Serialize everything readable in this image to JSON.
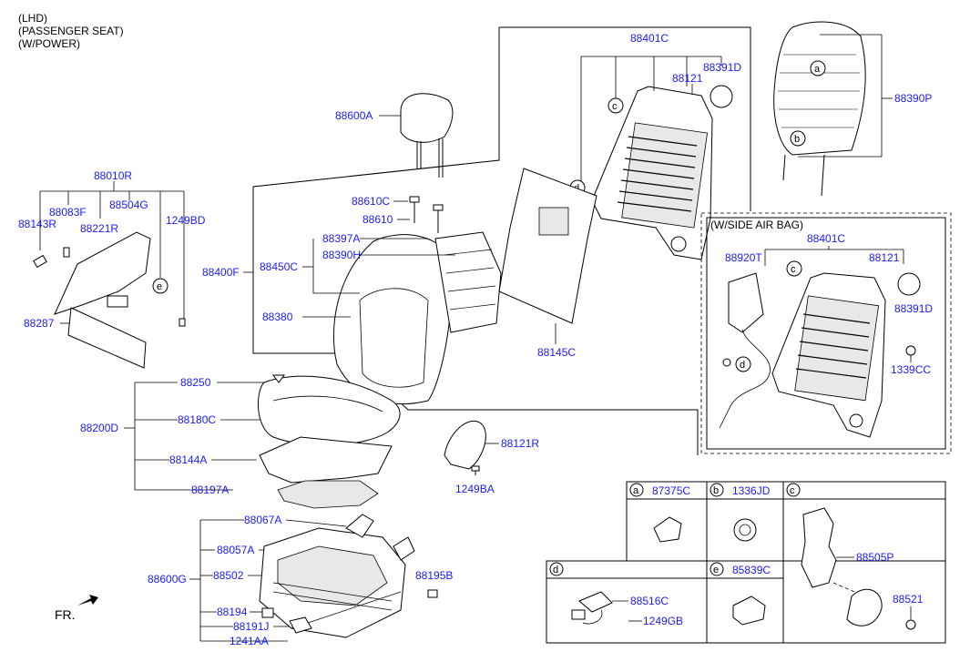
{
  "notes": [
    "(LHD)",
    "(PASSENGER SEAT)",
    "(W/POWER)"
  ],
  "fr_label": "FR.",
  "sub_view_title": "(W/SIDE AIR BAG)",
  "labels": {
    "p88600A": "88600A",
    "p88401C": "88401C",
    "p88121": "88121",
    "p88391D": "88391D",
    "p88390P": "88390P",
    "p88010R": "88010R",
    "p88083F": "88083F",
    "p88504G": "88504G",
    "p88143R": "88143R",
    "p88221R": "88221R",
    "p1249BD": "1249BD",
    "p88287": "88287",
    "p88610C": "88610C",
    "p88610": "88610",
    "p88397A": "88397A",
    "p88390H": "88390H",
    "p88400F": "88400F",
    "p88450C": "88450C",
    "p88380": "88380",
    "p88145C": "88145C",
    "p88250": "88250",
    "p88200D": "88200D",
    "p88180C": "88180C",
    "p88144A": "88144A",
    "p88197A": "88197A",
    "p88121R": "88121R",
    "p1249BA": "1249BA",
    "p88067A": "88067A",
    "p88057A": "88057A",
    "p88600G": "88600G",
    "p88502": "88502",
    "p88195B": "88195B",
    "p88194": "88194",
    "p88191J": "88191J",
    "p1241AA": "1241AA",
    "sab_88401C": "88401C",
    "sab_88121": "88121",
    "sab_88920T": "88920T",
    "sab_88391D": "88391D",
    "sab_1339CC": "1339CC",
    "t_87375C": "87375C",
    "t_1336JD": "1336JD",
    "t_88505P": "88505P",
    "t_88521": "88521",
    "t_88516C": "88516C",
    "t_1249GB": "1249GB",
    "t_85839C": "85839C"
  },
  "callouts": {
    "a": "a",
    "b": "b",
    "c": "c",
    "d": "d",
    "e": "e"
  }
}
